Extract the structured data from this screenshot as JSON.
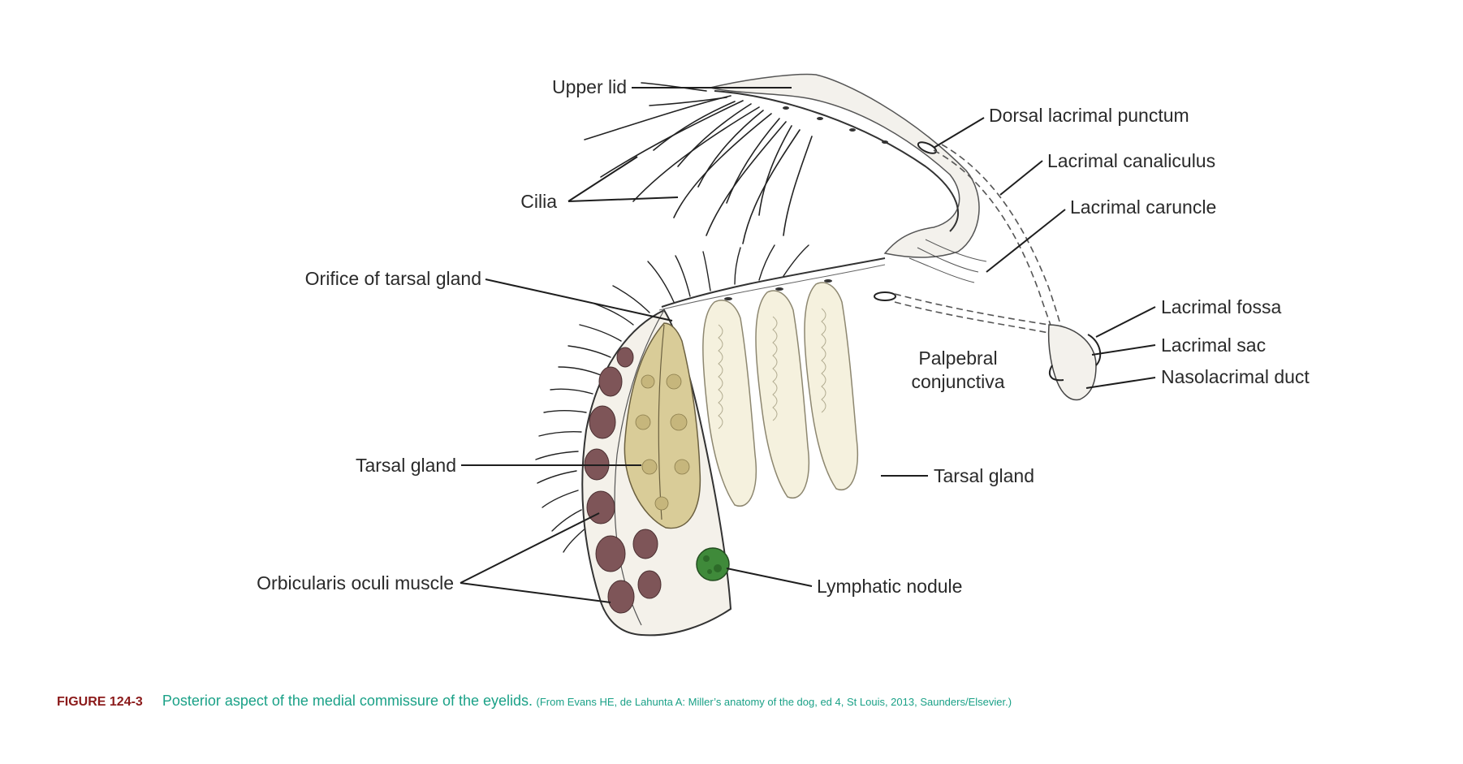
{
  "labels": {
    "upper_lid": "Upper lid",
    "cilia": "Cilia",
    "orifice_tarsal_gland": "Orifice of tarsal gland",
    "tarsal_gland_left": "Tarsal gland",
    "orbicularis_oculi": "Orbicularis oculi muscle",
    "dorsal_lacrimal_punctum": "Dorsal lacrimal punctum",
    "lacrimal_canaliculus": "Lacrimal canaliculus",
    "lacrimal_caruncle": "Lacrimal caruncle",
    "lacrimal_fossa": "Lacrimal fossa",
    "lacrimal_sac": "Lacrimal sac",
    "nasolacrimal_duct": "Nasolacrimal duct",
    "palpebral_line1": "Palpebral",
    "palpebral_line2": "conjunctiva",
    "tarsal_gland_right": "Tarsal gland",
    "lymphatic_nodule": "Lymphatic nodule"
  },
  "caption": {
    "number": "FIGURE 124-3",
    "title": "Posterior aspect of the medial commissure of the eyelids.",
    "source": "(From Evans HE, de Lahunta A: Miller’s anatomy of the dog, ed 4, St Louis, 2013, Saunders/Elsevier.)"
  },
  "colors": {
    "caption_number": "#8b1a1a",
    "caption_text": "#1aa187",
    "tarsal_gland_fill": "#d9cc98",
    "muscle_fill": "#7e5558",
    "lymphatic_nodule_fill": "#3f8a3a",
    "gland_lobule_fill": "#f5f1de"
  }
}
